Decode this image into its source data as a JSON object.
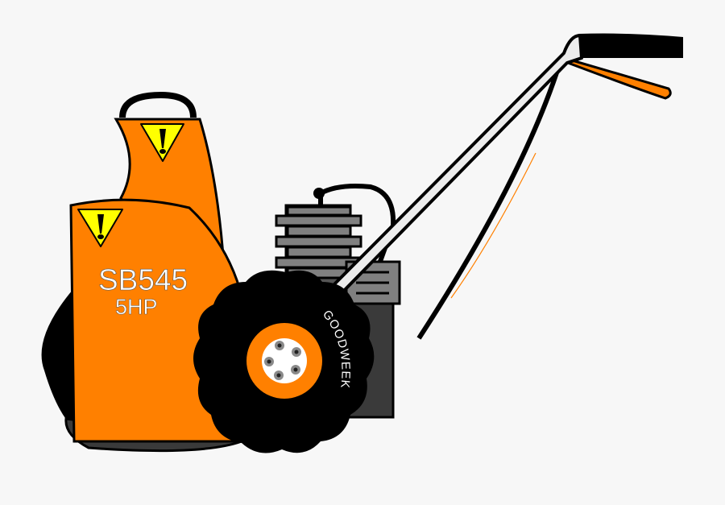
{
  "illustration": {
    "subject": "snow blower clip art",
    "background_color": "#f7f7f7",
    "colors": {
      "body_orange": "#ff8000",
      "outline": "#000000",
      "engine_gray": "#808080",
      "engine_dark": "#3a3a3a",
      "handle_light": "#ececec",
      "warning_yellow": "#ffff00",
      "hub_white": "#ffffff",
      "bolt_gray": "#8a8a8a"
    },
    "body_label": {
      "model": "SB545",
      "power": "5HP"
    },
    "tire_label": "GOODWEEK",
    "icons": [
      "warning-triangle-icon",
      "warning-triangle-icon"
    ],
    "wheel_bolts": 5
  }
}
